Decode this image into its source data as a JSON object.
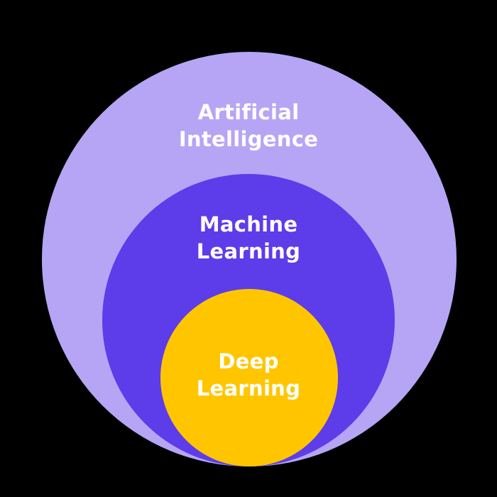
{
  "colors": {
    "background": "#000000",
    "artificial_intelligence": "#b6a5f5",
    "machine_learning": "#5d3ce9",
    "deep_learning": "#ffc600",
    "text": "#ffffff"
  },
  "layers": {
    "outer": {
      "line1": "Artificial",
      "line2": "Intelligence"
    },
    "middle": {
      "line1": "Machine",
      "line2": "Learning"
    },
    "inner": {
      "line1": "Deep",
      "line2": "Learning"
    }
  }
}
